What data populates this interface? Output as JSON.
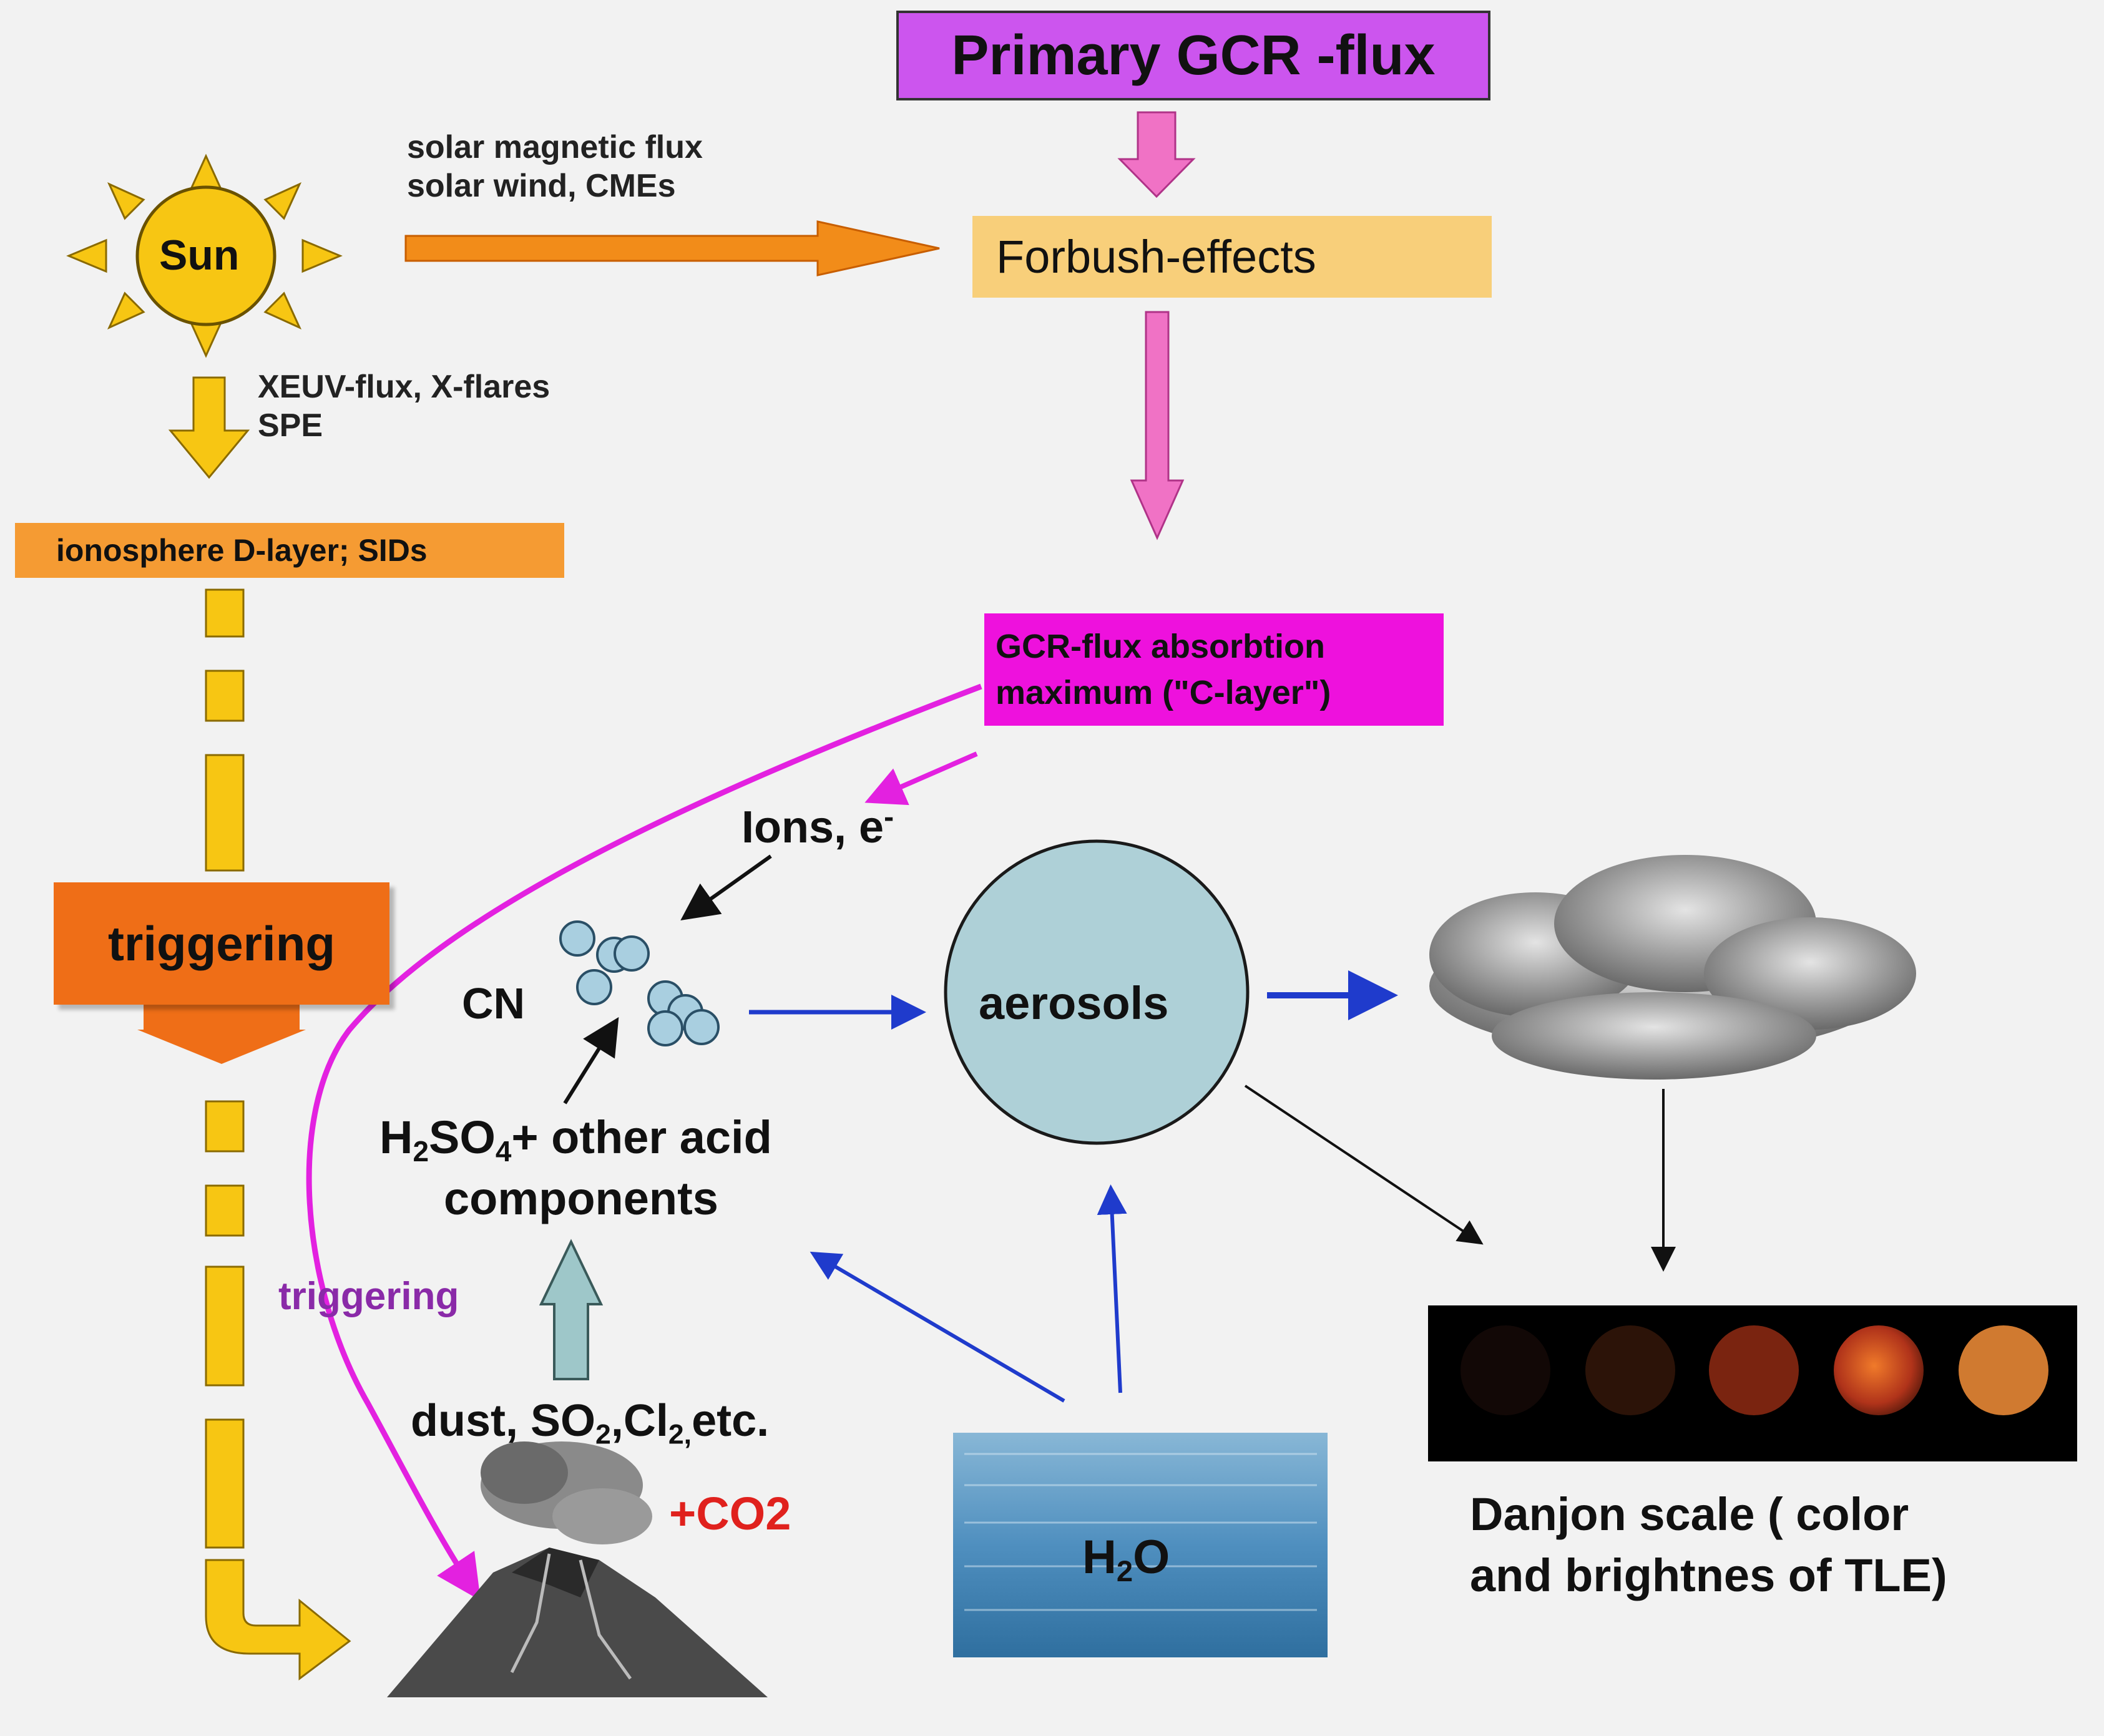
{
  "gcr_box": {
    "label": "Primary GCR -flux"
  },
  "forbush_box": {
    "label": "Forbush-effects"
  },
  "solar_flux_label": {
    "line1": "solar magnetic flux",
    "line2": "solar wind, CMEs"
  },
  "sun": {
    "label": "Sun"
  },
  "xeuv_label": {
    "line1": "XEUV-flux, X-flares",
    "line2": "SPE"
  },
  "ionosphere_box": {
    "label": "ionosphere D-layer; SIDs"
  },
  "triggering_box": {
    "label": "triggering"
  },
  "c_layer_box": {
    "line1": "GCR-flux absorbtion",
    "line2": "maximum (\"C-layer\")"
  },
  "ions_label": {
    "text": "Ions, e",
    "sup": "-"
  },
  "cn_label": {
    "text": "CN"
  },
  "acid_label": {
    "line1_pre": "H",
    "line1_sub1": "2",
    "line1_mid": "SO",
    "line1_sub2": "4",
    "line1_post": "+ other acid",
    "line2": "components"
  },
  "triggering_curve_label": {
    "text": "triggering"
  },
  "dust_label": {
    "pre": "dust, SO",
    "sub1": "2",
    "mid": ",Cl",
    "sub2": "2,",
    "post": "etc."
  },
  "co2_label": {
    "text": "+CO2"
  },
  "aerosols": {
    "label": "aerosols"
  },
  "water": {
    "pre": "H",
    "sub": "2",
    "post": "O"
  },
  "danjon_label": {
    "line1": "Danjon scale ( color",
    "line2": "and brightnes of TLE)"
  },
  "colors": {
    "gcr": "#cc55ee",
    "forbush": "#f8cf7a",
    "c_layer": "#ee11dd",
    "ionosphere": "#f59b33",
    "triggering": "#ef6e17",
    "sun": "#f7c613",
    "magenta_curve": "#e321e0",
    "blue_arrow": "#1f3bcc",
    "aerosol_fill": "#aed0d7",
    "co2_text": "#e0211d"
  }
}
